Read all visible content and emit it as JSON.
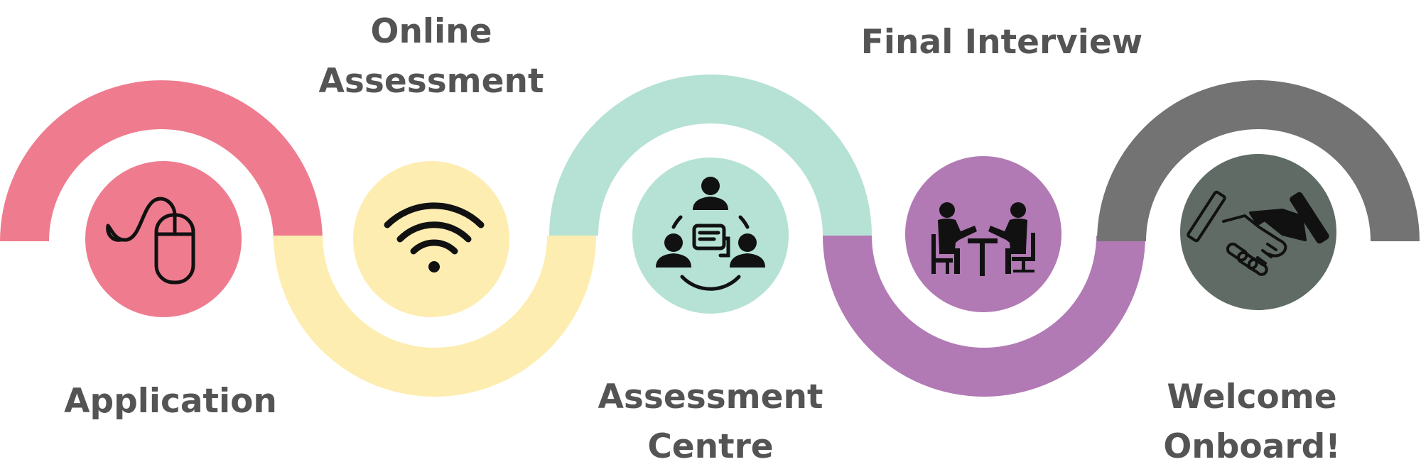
{
  "colors": {
    "pink": "#ef7c8e",
    "yellow": "#feedb0",
    "mint": "#b5e2d4",
    "purple": "#b17ab4",
    "gray": "#737373",
    "dark_green": "#5f6b64",
    "text": "#545454",
    "icon": "#111111"
  },
  "steps": [
    {
      "label_lines": [
        "Application"
      ],
      "icon": "computer-mouse-icon"
    },
    {
      "label_lines": [
        "Online",
        "Assessment"
      ],
      "icon": "wifi-icon"
    },
    {
      "label_lines": [
        "Assessment",
        "Centre"
      ],
      "icon": "group-discussion-icon"
    },
    {
      "label_lines": [
        "Final Interview"
      ],
      "icon": "interview-table-icon"
    },
    {
      "label_lines": [
        "Welcome",
        "Onboard!"
      ],
      "icon": "handshake-icon"
    }
  ]
}
